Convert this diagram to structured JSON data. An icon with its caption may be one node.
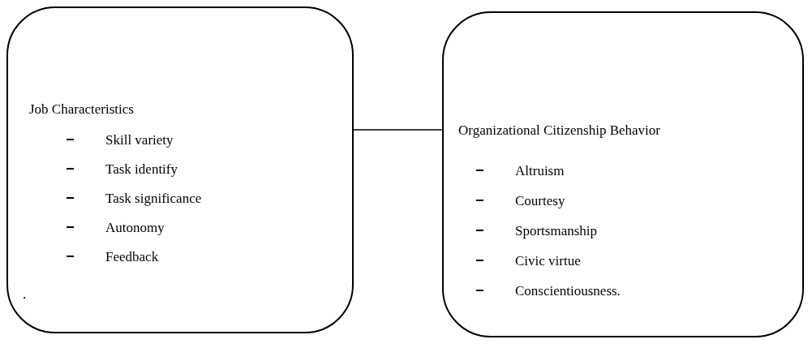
{
  "diagram": {
    "nodes": [
      {
        "text": [
          "Job Characteristics",
          "Skill variety",
          "Task identify",
          "Task significance",
          "Autonomy",
          "Feedback",
          "."
        ]
      },
      {
        "text": [
          "Organizational Citizenship Behavior",
          "Altruism",
          "Courtesy",
          "Sportsmanship",
          "Civic virtue",
          "Conscientiousness."
        ]
      }
    ],
    "edges": [
      {
        "from": 0,
        "to": 1,
        "arrow": "none"
      }
    ]
  }
}
